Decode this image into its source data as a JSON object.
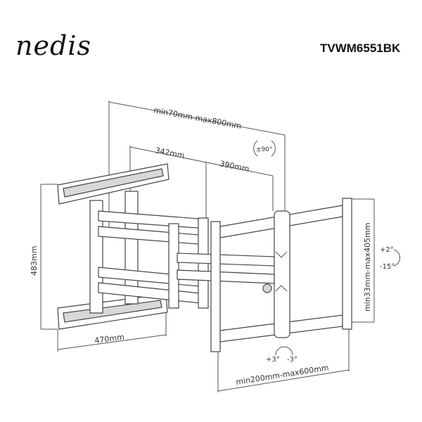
{
  "header": {
    "logo": "nedis",
    "model": "TVWM6551BK"
  },
  "dimensions": {
    "depth_range": "min70mm-max800mm",
    "arm_1": "342mm",
    "arm_2": "390mm",
    "swivel": "±90°",
    "wall_plate_height": "483mm",
    "wall_plate_width": "470mm",
    "vesa_vertical": "min33mm-max405mm",
    "vesa_horizontal": "min200mm-max600mm",
    "tilt_up": "+2°",
    "tilt_down": "-15°",
    "level_plus": "+3°",
    "level_minus": "-3°"
  }
}
